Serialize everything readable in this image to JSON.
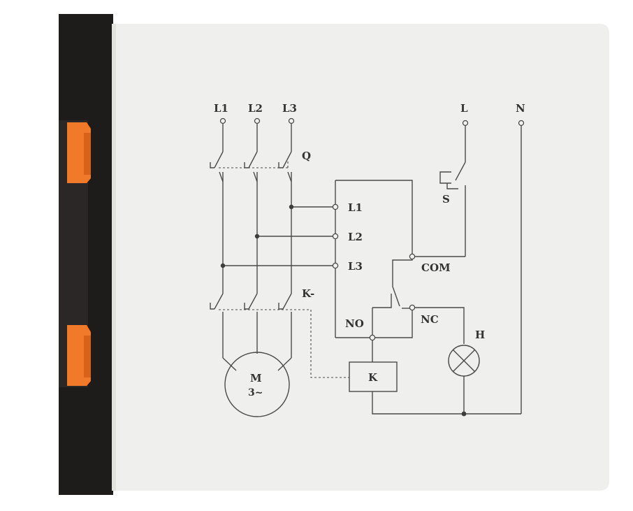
{
  "diagram": {
    "supply_labels": [
      "L1",
      "L2",
      "L3"
    ],
    "control_supply": {
      "line": "L",
      "neutral": "N"
    },
    "breaker_label": "Q",
    "switch_label": "S",
    "contactor_contacts_label": "K-",
    "relay_terminals": [
      "L1",
      "L2",
      "L3"
    ],
    "relay_com": "COM",
    "relay_no": "NO",
    "relay_nc": "NC",
    "lamp_label": "H",
    "coil_label": "K",
    "motor": {
      "label": "M",
      "type": "3~"
    }
  },
  "colors": {
    "housing": "#1e1c1b",
    "latch": "#f07a2a",
    "panel": "#efefed",
    "ink": "#4a4a4a"
  }
}
